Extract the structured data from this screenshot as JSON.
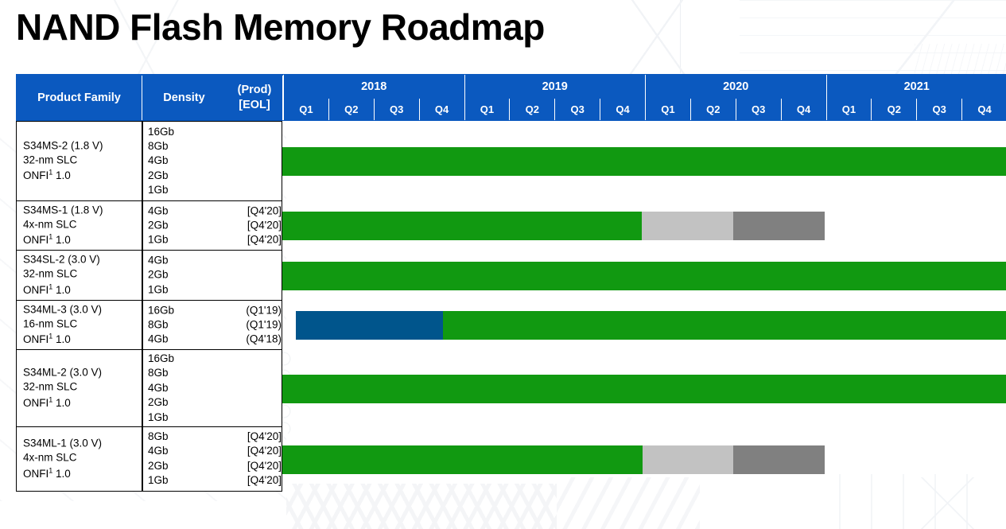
{
  "slide": {
    "title": "NAND Flash Memory Roadmap",
    "colors": {
      "header_blue": "#0B59BF",
      "bar_green": "#119911",
      "bar_blue": "#00558C",
      "bar_light_gray": "#C2C2C2",
      "bar_dark_gray": "#808080",
      "border_black": "#000000",
      "header_text": "#FFFFFF"
    }
  },
  "table": {
    "headers": {
      "product_family": "Product Family",
      "density": "Density",
      "prod_line1": "(Prod)",
      "prod_line2": "[EOL]"
    },
    "years": [
      "2018",
      "2019",
      "2020",
      "2021"
    ],
    "quarters": [
      "Q1",
      "Q2",
      "Q3",
      "Q4"
    ],
    "rows": [
      {
        "family": [
          "S34MS-2 (1.8 V)",
          "32-nm SLC",
          "ONFI¹ 1.0"
        ],
        "family_name": "S34MS-2 (1.8 V)",
        "process": "32-nm SLC",
        "onfi": "ONFI",
        "onfi_sup": "1",
        "onfi_ver": " 1.0",
        "densities": [
          "16Gb",
          "8Gb",
          "4Gb",
          "2Gb",
          "1Gb"
        ],
        "eol": [
          "",
          "",
          "",
          "",
          ""
        ],
        "segments": [
          {
            "type": "green",
            "color": "#119911",
            "start_pct": 0.0,
            "end_pct": 100.0
          }
        ]
      },
      {
        "family": [
          "S34MS-1 (1.8 V)",
          "4x-nm SLC",
          "ONFI¹ 1.0"
        ],
        "family_name": "S34MS-1 (1.8 V)",
        "process": "4x-nm SLC",
        "onfi": "ONFI",
        "onfi_sup": "1",
        "onfi_ver": " 1.0",
        "densities": [
          "4Gb",
          "2Gb",
          "1Gb"
        ],
        "eol": [
          "[Q4'20]",
          "[Q4'20]",
          "[Q4'20]"
        ],
        "segments": [
          {
            "type": "green",
            "color": "#119911",
            "start_pct": 0.0,
            "end_pct": 49.7
          },
          {
            "type": "light-gray",
            "color": "#C2C2C2",
            "start_pct": 49.7,
            "end_pct": 62.3
          },
          {
            "type": "dark-gray",
            "color": "#808080",
            "start_pct": 62.3,
            "end_pct": 74.9
          }
        ]
      },
      {
        "family": [
          "S34SL-2 (3.0 V)",
          "32-nm SLC",
          "ONFI¹ 1.0"
        ],
        "family_name": "S34SL-2 (3.0 V)",
        "process": "32-nm SLC",
        "onfi": "ONFI",
        "onfi_sup": "1",
        "onfi_ver": " 1.0",
        "densities": [
          "4Gb",
          "2Gb",
          "1Gb"
        ],
        "eol": [
          "",
          "",
          ""
        ],
        "segments": [
          {
            "type": "green",
            "color": "#119911",
            "start_pct": 0.0,
            "end_pct": 100.0
          }
        ]
      },
      {
        "family": [
          "S34ML-3 (3.0 V)",
          "16-nm SLC",
          "ONFI¹ 1.0"
        ],
        "family_name": "S34ML-3 (3.0 V)",
        "process": "16-nm SLC",
        "onfi": "ONFI",
        "onfi_sup": "1",
        "onfi_ver": " 1.0",
        "densities": [
          "16Gb",
          "8Gb",
          "4Gb"
        ],
        "eol": [
          "(Q1'19)",
          "(Q1'19)",
          "(Q4'18)"
        ],
        "segments": [
          {
            "type": "blue",
            "color": "#00558C",
            "start_pct": 1.9,
            "end_pct": 22.2
          },
          {
            "type": "green",
            "color": "#119911",
            "start_pct": 22.2,
            "end_pct": 100.0
          }
        ]
      },
      {
        "family": [
          "S34ML-2 (3.0 V)",
          "32-nm SLC",
          "ONFI¹ 1.0"
        ],
        "family_name": "S34ML-2 (3.0 V)",
        "process": "32-nm SLC",
        "onfi": "ONFI",
        "onfi_sup": "1",
        "onfi_ver": " 1.0",
        "densities": [
          "16Gb",
          "8Gb",
          "4Gb",
          "2Gb",
          "1Gb"
        ],
        "eol": [
          "",
          "",
          "",
          "",
          ""
        ],
        "segments": [
          {
            "type": "green",
            "color": "#119911",
            "start_pct": 0.0,
            "end_pct": 100.0
          }
        ]
      },
      {
        "family": [
          "S34ML-1 (3.0 V)",
          "4x-nm SLC",
          "ONFI¹ 1.0"
        ],
        "family_name": "S34ML-1 (3.0 V)",
        "process": "4x-nm SLC",
        "onfi": "ONFI",
        "onfi_sup": "1",
        "onfi_ver": " 1.0",
        "densities": [
          "8Gb",
          "4Gb",
          "2Gb",
          "1Gb"
        ],
        "eol": [
          "[Q4'20]",
          "[Q4'20]",
          "[Q4'20]",
          "[Q4'20]"
        ],
        "segments": [
          {
            "type": "green",
            "color": "#119911",
            "start_pct": 0.0,
            "end_pct": 49.8
          },
          {
            "type": "light-gray",
            "color": "#C2C2C2",
            "start_pct": 49.8,
            "end_pct": 62.3
          },
          {
            "type": "dark-gray",
            "color": "#808080",
            "start_pct": 62.3,
            "end_pct": 74.9
          }
        ]
      }
    ]
  }
}
